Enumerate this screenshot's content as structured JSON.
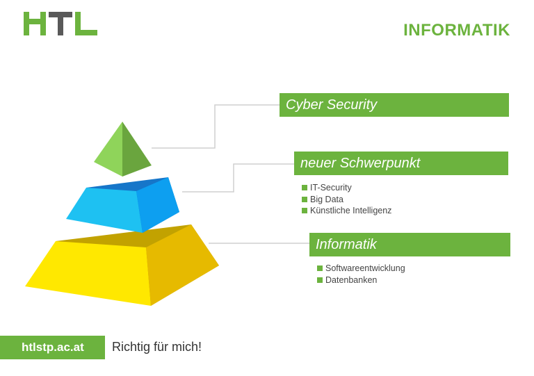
{
  "header": {
    "logo_name": "school-logo",
    "title": "INFORMATIK"
  },
  "levels": [
    {
      "label": "Cyber Security",
      "items": []
    },
    {
      "label": "neuer Schwerpunkt",
      "items": [
        "IT-Security",
        "Big Data",
        "Künstliche Intelligenz"
      ]
    },
    {
      "label": "Informatik",
      "items": [
        "Softwareentwicklung",
        "Datenbanken"
      ]
    }
  ],
  "footer": {
    "url": "htlstp.ac.at",
    "slogan": "Richtig für mich!"
  },
  "colors": {
    "accent_green": "#6cb33e",
    "logo_gray": "#595959",
    "tier_top": "#8fd45a",
    "tier_middle": "#1ec1f2",
    "tier_bottom": "#ffe800"
  }
}
